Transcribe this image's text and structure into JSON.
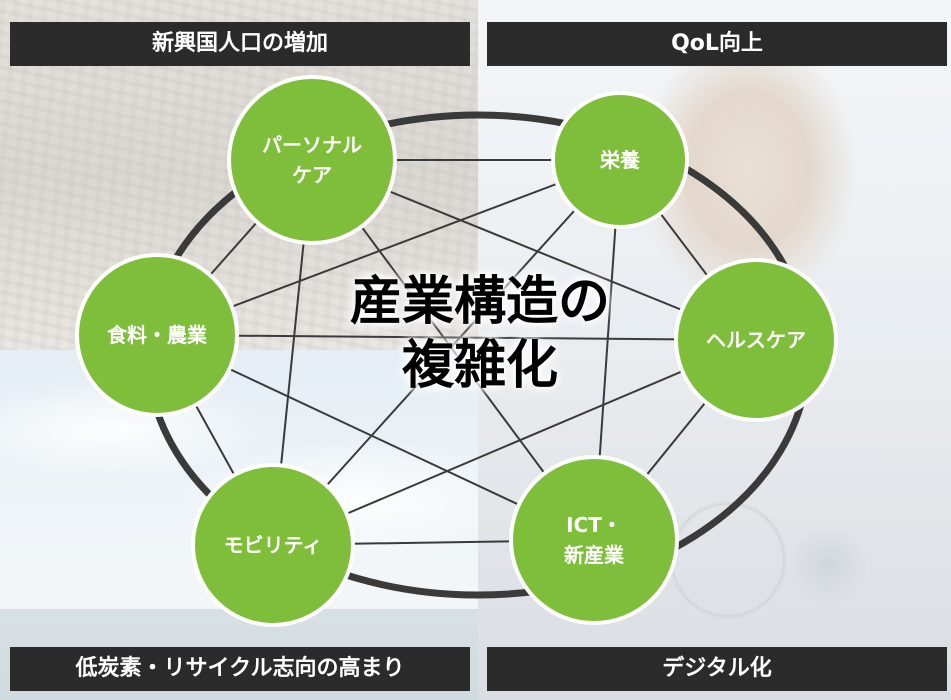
{
  "quadrants": {
    "top_left": "新興国人口の増加",
    "top_right": "QoL向上",
    "bottom_left": "低炭素・リサイクル志向の高まり",
    "bottom_right": "デジタル化"
  },
  "center": {
    "line1": "産業構造の",
    "line2": "複雑化"
  },
  "nodes": {
    "personal_care": [
      "パーソナル",
      "ケア"
    ],
    "nutrition": [
      "栄養"
    ],
    "food_agri": [
      "食料・農業"
    ],
    "healthcare": [
      "ヘルスケア"
    ],
    "mobility": [
      "モビリティ"
    ],
    "ict": [
      "ICT・",
      "新産業"
    ]
  },
  "colors": {
    "node_fill": "#7fbe3a",
    "node_border": "#ffffff",
    "ring": "#3a3a3a",
    "links": "#3a3a3a",
    "banner": "#2b2b2b"
  }
}
